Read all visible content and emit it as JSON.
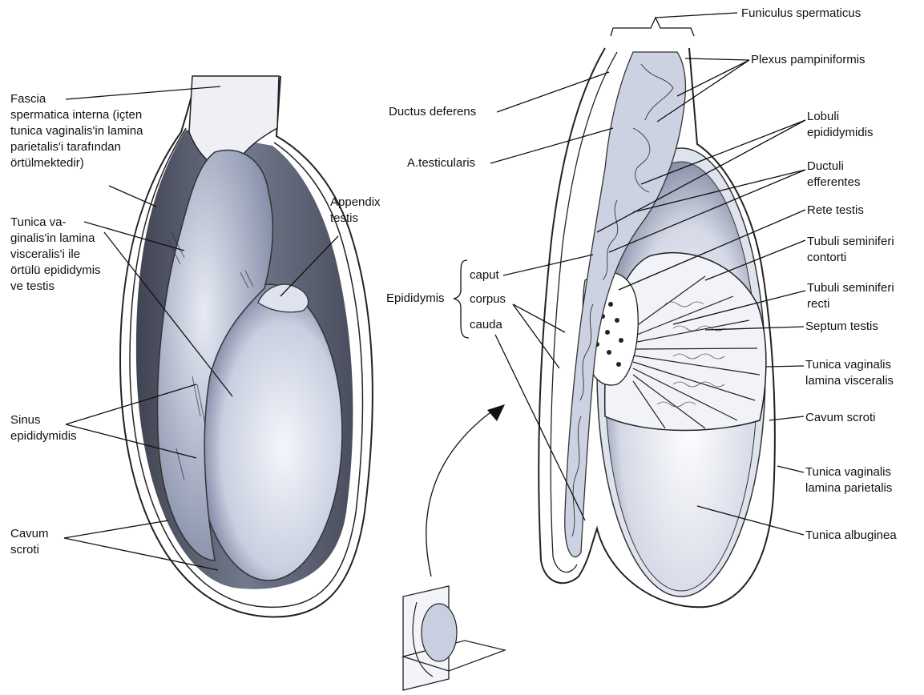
{
  "left_view": {
    "fascia": [
      "Fascia",
      "spermatica interna (içten",
      "tunica vaginalis'in lamina",
      "parietalis'i tarafından",
      "örtülmektedir)"
    ],
    "tunica_visceralis": [
      "Tunica va-",
      "ginalis'in lamina",
      "visceralis'i ile",
      "örtülü epididymis",
      "ve testis"
    ],
    "appendix": [
      "Appendix",
      "testis"
    ],
    "sinus": [
      "Sinus",
      "epididymidis"
    ],
    "cavum": [
      "Cavum",
      "scroti"
    ]
  },
  "right_view": {
    "funiculus": "Funiculus spermaticus",
    "plexus": "Plexus pampiniformis",
    "ductus_deferens": "Ductus deferens",
    "a_testicularis": "A.testicularis",
    "lobuli": [
      "Lobuli",
      "epididymidis"
    ],
    "ductuli": [
      "Ductuli",
      "efferentes"
    ],
    "rete": "Rete testis",
    "tub_contorti": [
      "Tubuli seminiferi",
      "contorti"
    ],
    "tub_recti": [
      "Tubuli seminiferi",
      "recti"
    ],
    "septum": "Septum testis",
    "tv_visceralis": [
      "Tunica vaginalis",
      "lamina visceralis"
    ],
    "cavum_scroti": "Cavum scroti",
    "tv_parietalis": [
      "Tunica vaginalis",
      "lamina parietalis"
    ],
    "albuginea": "Tunica albuginea",
    "epididymis": "Epididymis",
    "caput": "caput",
    "corpus": "corpus",
    "cauda": "cauda"
  }
}
